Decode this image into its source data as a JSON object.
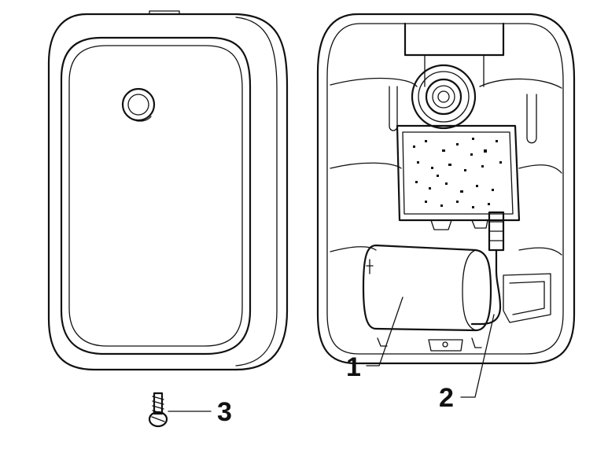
{
  "callouts": {
    "battery": "1",
    "cable": "2",
    "screw": "3"
  },
  "colors": {
    "ink": "#111111",
    "paper": "#ffffff"
  },
  "icons": [
    "front-cover-icon",
    "open-housing-icon",
    "battery-icon",
    "camera-lens-icon",
    "circuit-board-icon",
    "screw-icon"
  ]
}
